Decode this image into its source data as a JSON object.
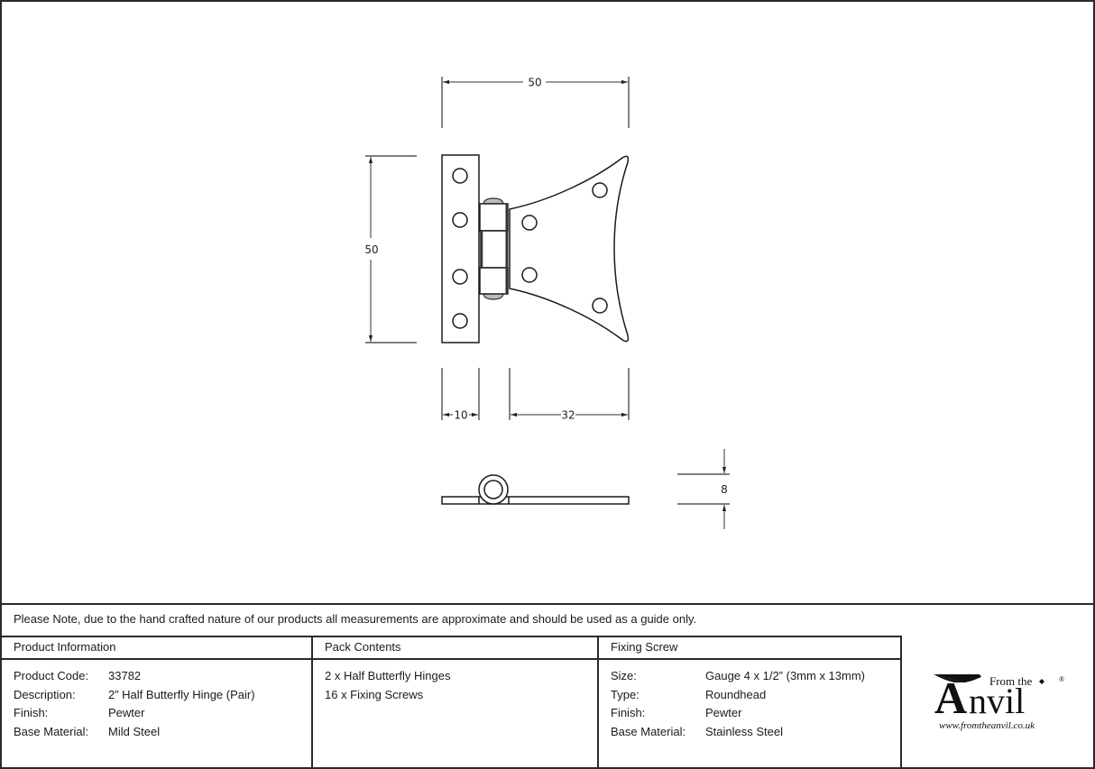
{
  "drawing": {
    "front_view": {
      "overall_width_label": "50",
      "overall_height_label": "50",
      "left_leaf_width_label": "10",
      "right_leaf_width_label": "32"
    },
    "side_view": {
      "thickness_label": "8"
    }
  },
  "note": "Please Note, due to the hand crafted nature of our products all measurements are approximate and should be used as a guide only.",
  "product_information": {
    "heading": "Product Information",
    "rows": [
      {
        "key": "Product Code:",
        "value": "33782"
      },
      {
        "key": "Description:",
        "value": "2” Half Butterfly Hinge (Pair)"
      },
      {
        "key": "Finish:",
        "value": "Pewter"
      },
      {
        "key": "Base Material:",
        "value": "Mild Steel"
      }
    ]
  },
  "pack_contents": {
    "heading": "Pack Contents",
    "items": [
      "2 x Half Butterfly Hinges",
      "16 x Fixing Screws"
    ]
  },
  "fixing_screw": {
    "heading": "Fixing Screw",
    "rows": [
      {
        "key": "Size:",
        "value": "Gauge 4 x 1/2” (3mm x 13mm)"
      },
      {
        "key": "Type:",
        "value": "Roundhead"
      },
      {
        "key": "Finish:",
        "value": "Pewter"
      },
      {
        "key": "Base Material:",
        "value": "Stainless Steel"
      }
    ]
  },
  "logo": {
    "from_the": "From the",
    "brand": "nvil",
    "brand_initial": "A",
    "registered": "®",
    "url": "www.fromtheanvil.co.uk"
  }
}
